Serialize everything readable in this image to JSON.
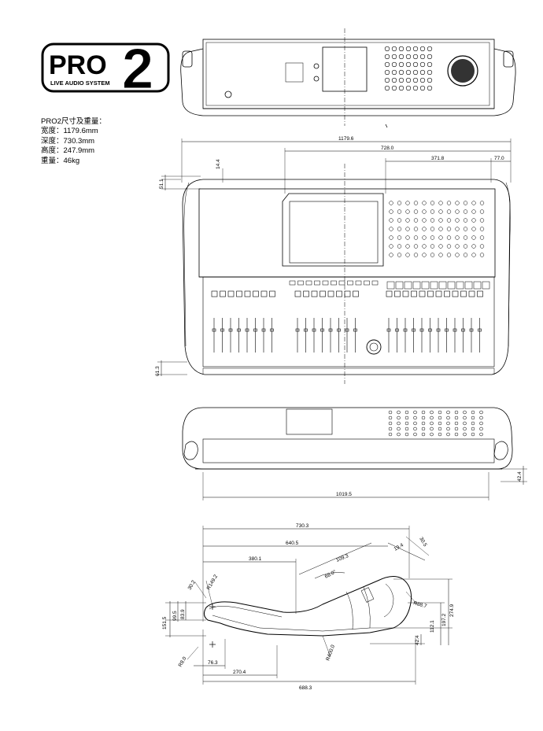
{
  "logo": {
    "brand": "PRO",
    "model_digit": "2",
    "tagline": "LIVE AUDIO SYSTEM"
  },
  "spec": {
    "heading": "PRO2尺寸及重量：",
    "width": "宽度：1179.6mm",
    "depth": "深度：730.3mm",
    "height": "高度：247.9mm",
    "weight": "重量：46kg"
  },
  "dims": {
    "overall_width": "1179.6",
    "d728": "728.0",
    "d371": "371.8",
    "d77": "77.0",
    "d14": "14.4",
    "d51": "51.1",
    "d61": "61.3",
    "base_width": "1019.5",
    "d42_front": "42.4",
    "side_depth": "730.3",
    "d640": "640.5",
    "d380": "380.1",
    "d109": "109.3",
    "d19": "19.4",
    "d30": "30.5",
    "angle": "68.0°",
    "r149": "R149.2",
    "d30_2": "30.2",
    "d83": "83.9",
    "d99": "99.5",
    "d151": "151.5",
    "r88": "R88.7",
    "h274": "274.9",
    "h197": "197.2",
    "h112": "112.1",
    "h42": "42.4",
    "r400": "R400.0",
    "r8": "R8.0",
    "d76": "76.3",
    "d270": "270.4",
    "d688": "688.3"
  }
}
